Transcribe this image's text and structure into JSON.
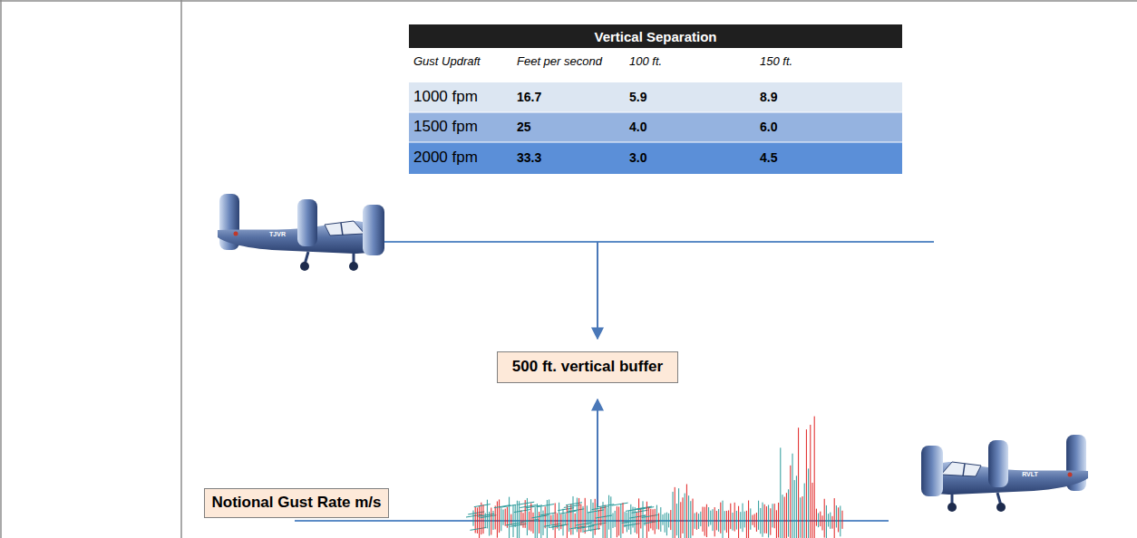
{
  "diagram": {
    "nodes": [
      {
        "text": [
          "500 ft. vertical buffer"
        ]
      },
      {
        "text": [
          "Notional Gust Rate m/s"
        ]
      }
    ],
    "labels": [
      "Vertical Separation",
      "Gust Updraft",
      "Feet per second",
      "100 ft.",
      "150 ft.",
      "1000 fpm",
      "16.7",
      "5.9",
      "8.9",
      "1500 fpm",
      "25",
      "4.0",
      "6.0",
      "2000 fpm",
      "33.3",
      "3.0",
      "4.5",
      "TJVR",
      "RVLT"
    ]
  }
}
